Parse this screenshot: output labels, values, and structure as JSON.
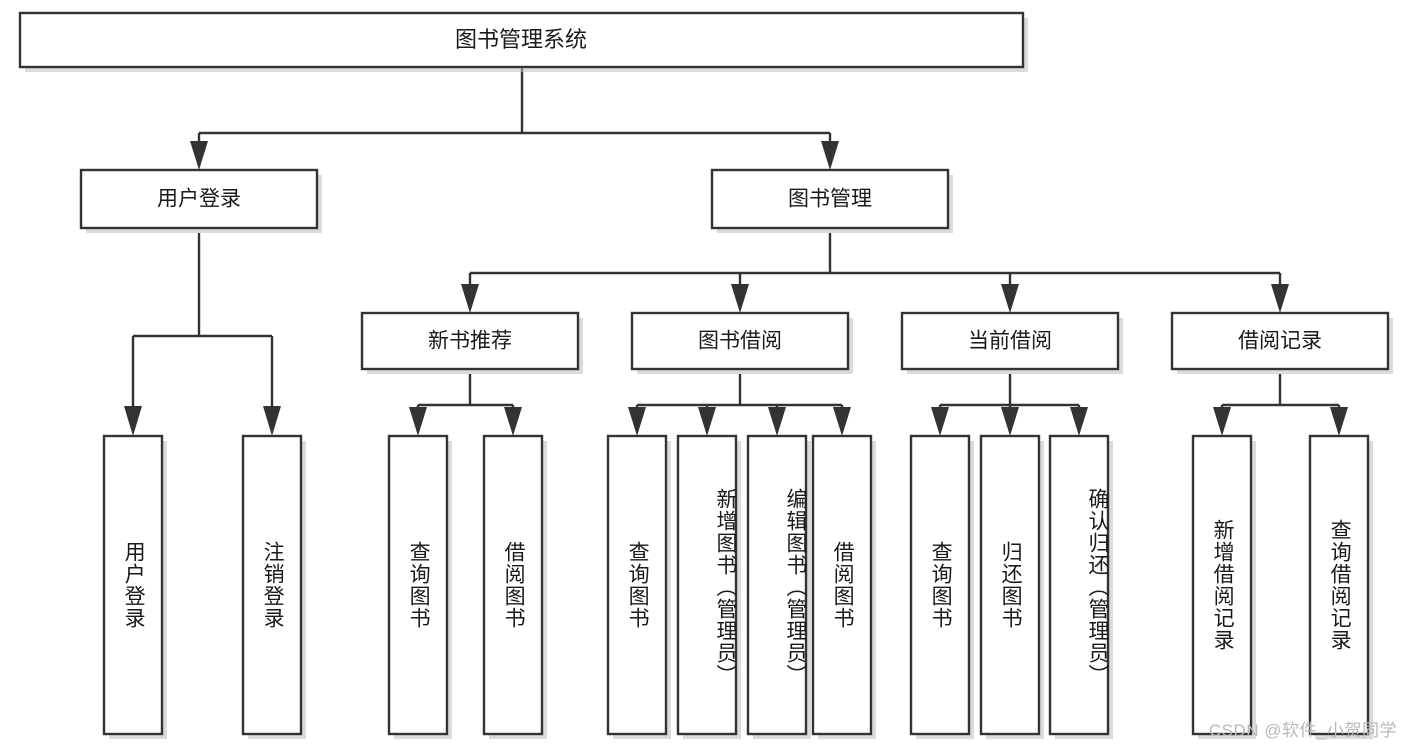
{
  "diagram": {
    "type": "tree-hierarchy-diagram",
    "title_node": {
      "label": "图书管理系统",
      "orientation": "horizontal"
    },
    "level2": [
      {
        "id": "user-login",
        "label": "用户登录",
        "orientation": "horizontal"
      },
      {
        "id": "book-management",
        "label": "图书管理",
        "orientation": "horizontal"
      }
    ],
    "level3": [
      {
        "id": "new-book-recommend",
        "label": "新书推荐",
        "orientation": "horizontal"
      },
      {
        "id": "book-borrow",
        "label": "图书借阅",
        "orientation": "horizontal"
      },
      {
        "id": "current-borrow",
        "label": "当前借阅",
        "orientation": "horizontal"
      },
      {
        "id": "borrow-record",
        "label": "借阅记录",
        "orientation": "horizontal"
      }
    ],
    "leaves": {
      "user_login": [
        {
          "id": "leaf-user-login",
          "label": "用户登录"
        },
        {
          "id": "leaf-logout-login",
          "label": "注销登录"
        }
      ],
      "new_book_recommend": [
        {
          "id": "leaf-query-book-1",
          "label": "查询图书"
        },
        {
          "id": "leaf-borrow-book-1",
          "label": "借阅图书"
        }
      ],
      "book_borrow": [
        {
          "id": "leaf-query-book-2",
          "label": "查询图书"
        },
        {
          "id": "leaf-add-book",
          "label": "新增图书（管理员）"
        },
        {
          "id": "leaf-edit-book",
          "label": "编辑图书（管理员）"
        },
        {
          "id": "leaf-borrow-book-2",
          "label": "借阅图书"
        }
      ],
      "current_borrow": [
        {
          "id": "leaf-query-book-3",
          "label": "查询图书"
        },
        {
          "id": "leaf-return-book",
          "label": "归还图书"
        },
        {
          "id": "leaf-confirm-return",
          "label": "确认归还（管理员）"
        }
      ],
      "borrow_record": [
        {
          "id": "leaf-add-borrow-record",
          "label": "新增借阅记录"
        },
        {
          "id": "leaf-query-borrow-record",
          "label": "查询借阅记录"
        }
      ]
    },
    "colors": {
      "box_stroke": "#333333",
      "box_fill": "#ffffff",
      "text": "#1a1a1a",
      "connector": "#333333",
      "watermark": "#b9b9b9"
    }
  },
  "watermark": {
    "text": "CSDN @软件_小贺同学"
  }
}
